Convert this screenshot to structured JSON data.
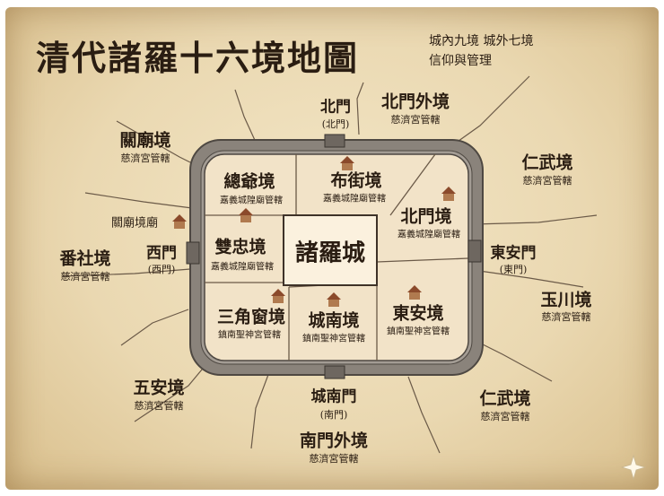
{
  "header": {
    "title": "清代諸羅十六境地圖",
    "subtitle_line1": "城內九境 城外七境",
    "subtitle_line2": "信仰與管理"
  },
  "center": {
    "name": "諸羅城"
  },
  "inner_districts": [
    {
      "name": "總爺境",
      "admin": "嘉義城隍廟管轄"
    },
    {
      "name": "布街境",
      "admin": "嘉義城隍廟管轄"
    },
    {
      "name": "北門境",
      "admin": "嘉義城隍廟管轄"
    },
    {
      "name": "雙忠境",
      "admin": "嘉義城隍廟管轄"
    },
    {
      "name": "三角窗境",
      "admin": "鎮南聖神宮管轄"
    },
    {
      "name": "城南境",
      "admin": "鎮南聖神宮管轄"
    },
    {
      "name": "東安境",
      "admin": "鎮南聖神宮管轄"
    }
  ],
  "gates": {
    "north": {
      "name": "北門",
      "alt": "(北門)"
    },
    "west": {
      "name": "西門",
      "alt": "(西門)"
    },
    "east": {
      "name": "東安門",
      "alt": "(東門)"
    },
    "south": {
      "name": "城南門",
      "alt": "(南門)"
    }
  },
  "outer_districts": [
    {
      "name": "北門外境",
      "admin": "慈濟宮管轄"
    },
    {
      "name": "關廟境",
      "admin": "慈濟宮管轄"
    },
    {
      "name": "仁武境",
      "admin": "慈濟宮管轄"
    },
    {
      "name": "番社境",
      "admin": "慈濟宮管轄"
    },
    {
      "name": "玉川境",
      "admin": "慈濟宮管轄"
    },
    {
      "name": "五安境",
      "admin": "慈濟宮管轄"
    },
    {
      "name": "仁武境",
      "admin": "慈濟宮管轄"
    },
    {
      "name": "南門外境",
      "admin": "慈濟宮管轄"
    }
  ],
  "temple_label": "關廟境廟",
  "colors": {
    "parchment": "#ead8b1",
    "wall": "#7a736c",
    "ink": "#2a1d12",
    "temple_roof": "#8b4a2b"
  }
}
